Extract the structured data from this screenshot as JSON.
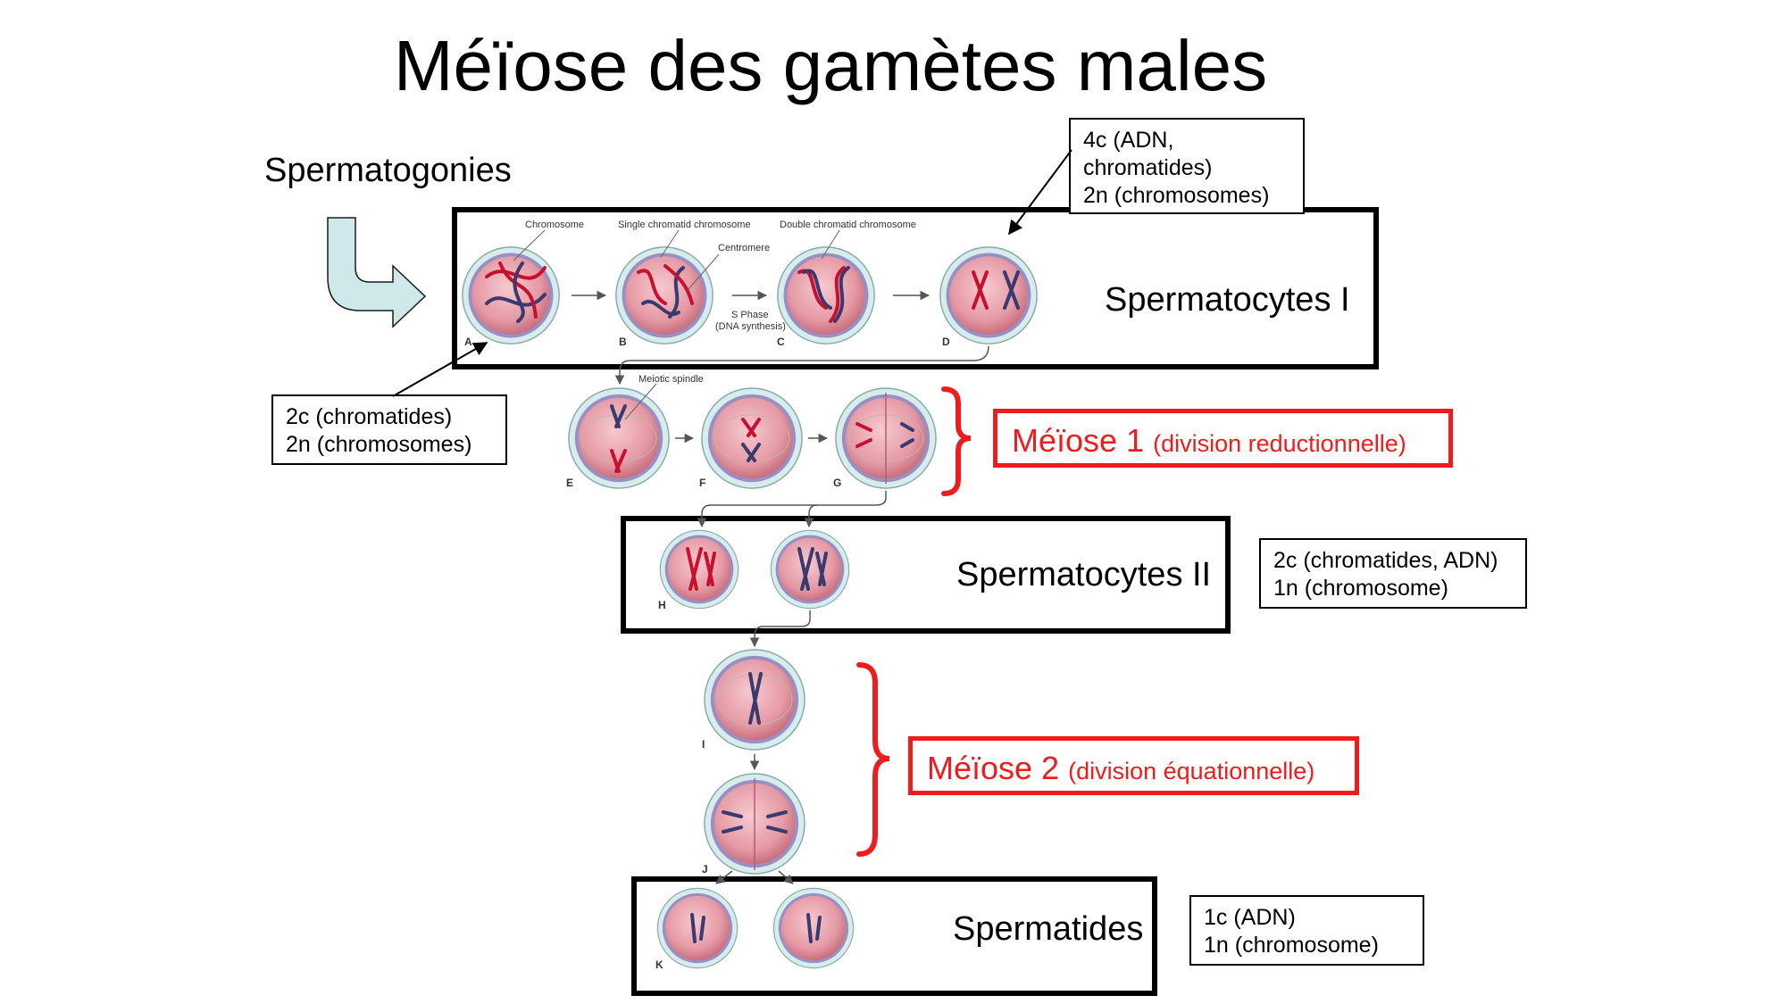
{
  "title": "Méïose des gamètes males",
  "spermatogonies": "Spermatogonies",
  "stages": {
    "spermatocytes1": "Spermatocytes I",
    "spermatocytes2": "Spermatocytes II",
    "spermatides": "Spermatides"
  },
  "notes": {
    "top": [
      "4c (ADN,",
      "chromatides)",
      "2n (chromosomes)"
    ],
    "left": [
      "2c (chromatides)",
      "2n (chromosomes)"
    ],
    "sp2": [
      "2c (chromatides, ADN)",
      "1n (chromosome)"
    ],
    "spt": [
      "1c (ADN)",
      "1n (chromosome)"
    ]
  },
  "meiosis1": {
    "label": "Méïose 1",
    "sub": "(division reductionnelle)"
  },
  "meiosis2": {
    "label": "Méïose 2",
    "sub": "(division équationnelle)"
  },
  "figure_labels": {
    "chromosome": "Chromosome",
    "single": "Single chromatid chromosome",
    "double": "Double chromatid chromosome",
    "centromere": "Centromere",
    "sphase1": "S Phase",
    "sphase2": "(DNA synthesis)",
    "spindle": "Meiotic spindle"
  },
  "cell_letters": [
    "A",
    "B",
    "C",
    "D",
    "E",
    "F",
    "G",
    "H",
    "I",
    "J",
    "K"
  ],
  "colors": {
    "red_accent": "#ee1c1c",
    "arrow_fill": "#cfe8ea",
    "cell_fill": "#e0828e",
    "chrom_red": "#c8102e",
    "chrom_blue": "#3a3a6e"
  }
}
